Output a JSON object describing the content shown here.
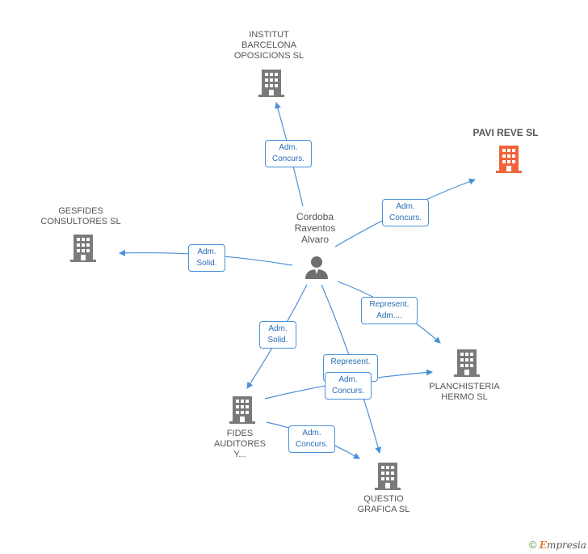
{
  "person": {
    "name_lines": [
      "Cordoba",
      "Raventos",
      "Alvaro"
    ]
  },
  "companies": {
    "institut": {
      "lines": [
        "INSTITUT",
        "BARCELONA",
        "OPOSICIONS SL"
      ]
    },
    "pavireve": {
      "lines": [
        "PAVI REVE SL"
      ]
    },
    "gesfides": {
      "lines": [
        "GESFIDES",
        "CONSULTORES SL"
      ]
    },
    "planchisteria": {
      "lines": [
        "PLANCHISTERIA",
        "HERMO SL"
      ]
    },
    "fides": {
      "lines": [
        "FIDES",
        "AUDITORES",
        "Y..."
      ]
    },
    "questio": {
      "lines": [
        "QUESTIO",
        "GRAFICA SL"
      ]
    }
  },
  "edges": {
    "to_institut": [
      "Adm.",
      "Concurs."
    ],
    "to_pavireve": [
      "Adm.",
      "Concurs."
    ],
    "to_gesfides": [
      "Adm.",
      "Solid."
    ],
    "to_planchisteria": [
      "Represent.",
      "Adm...."
    ],
    "to_fides": [
      "Adm.",
      "Solid."
    ],
    "to_questio": [
      "Represent.",
      ""
    ],
    "fides_to_planchisteria": [
      "Adm.",
      "Concurs."
    ],
    "fides_to_questio": [
      "Adm.",
      "Concurs."
    ]
  },
  "colors": {
    "edge": "#4a90d9",
    "building": "#7a7a7a",
    "building_main": "#f0643c",
    "person": "#6f6f6f"
  },
  "footer": {
    "copyright": "©",
    "brand_initial": "E",
    "brand_rest": "mpresia"
  }
}
